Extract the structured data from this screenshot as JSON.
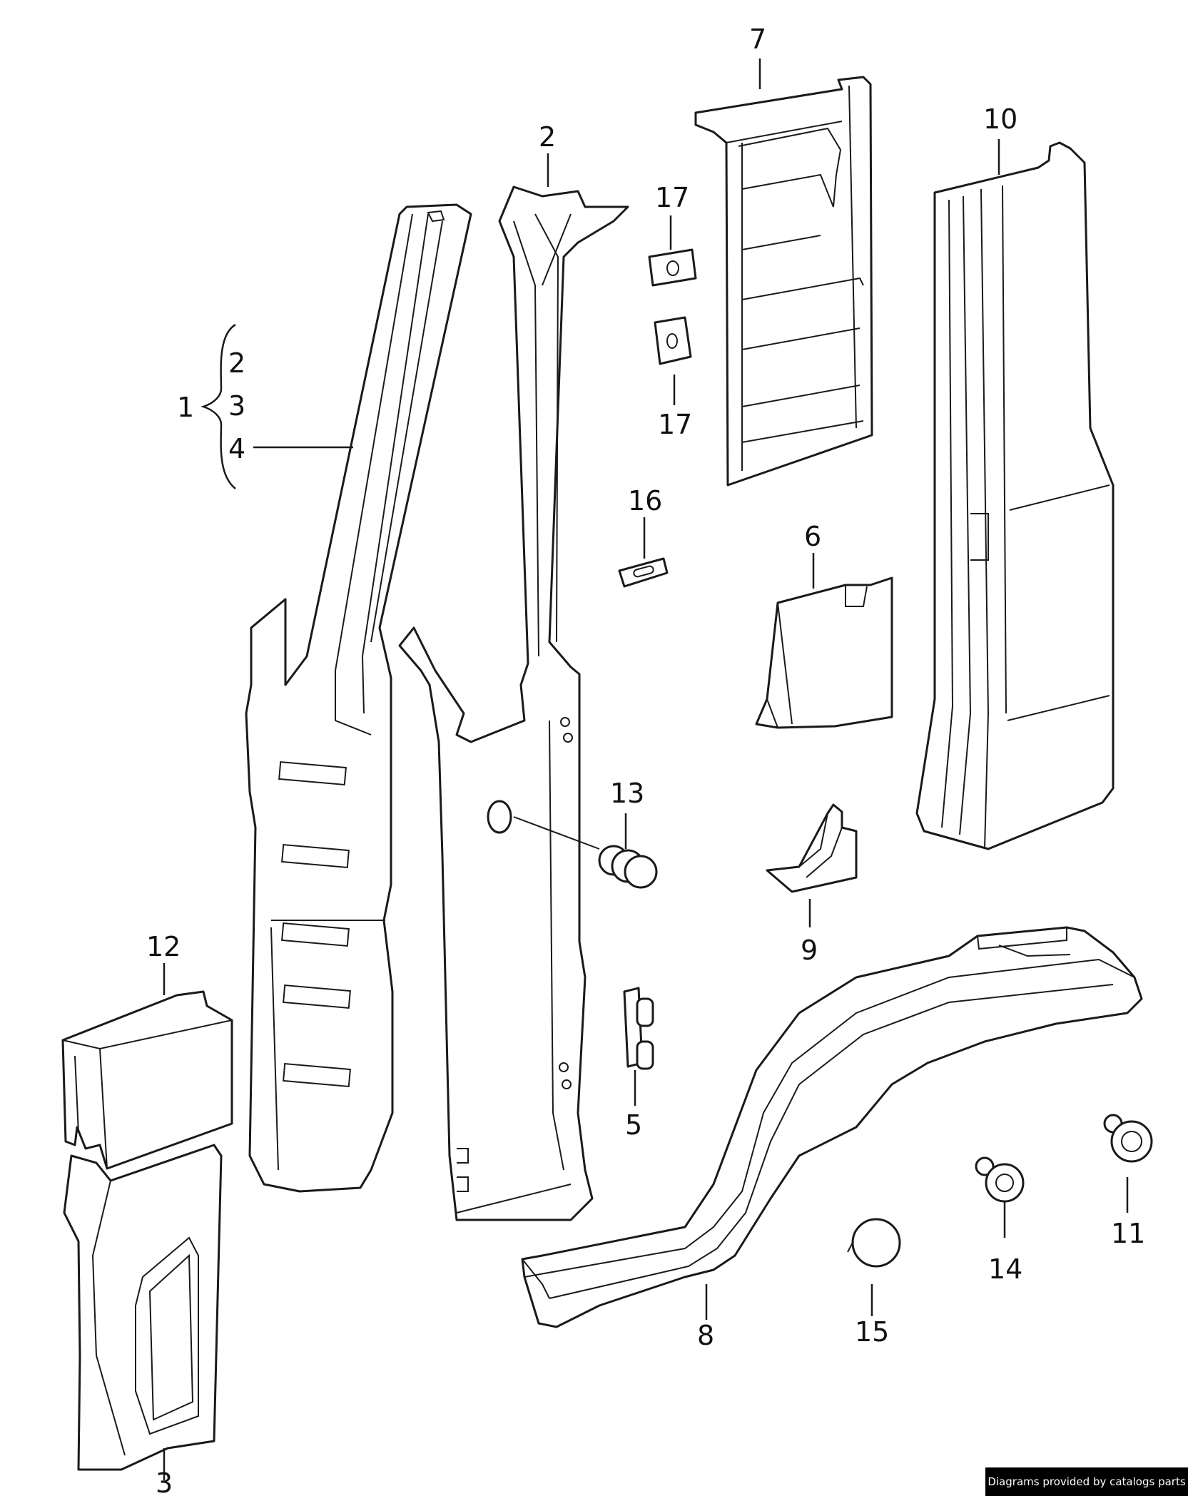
{
  "callouts": {
    "c1": "1",
    "c2": "2",
    "c3": "3",
    "c4": "4",
    "c5": "5",
    "c6": "6",
    "c7": "7",
    "c8": "8",
    "c9": "9",
    "c10": "10",
    "c11": "11",
    "c12": "12",
    "c13": "13",
    "c14": "14",
    "c15": "15",
    "c16": "16",
    "c17a": "17",
    "c17b": "17",
    "group_2": "2",
    "group_3": "3",
    "group_4": "4"
  },
  "footer": {
    "credit": "Diagrams provided by catalogs parts"
  }
}
